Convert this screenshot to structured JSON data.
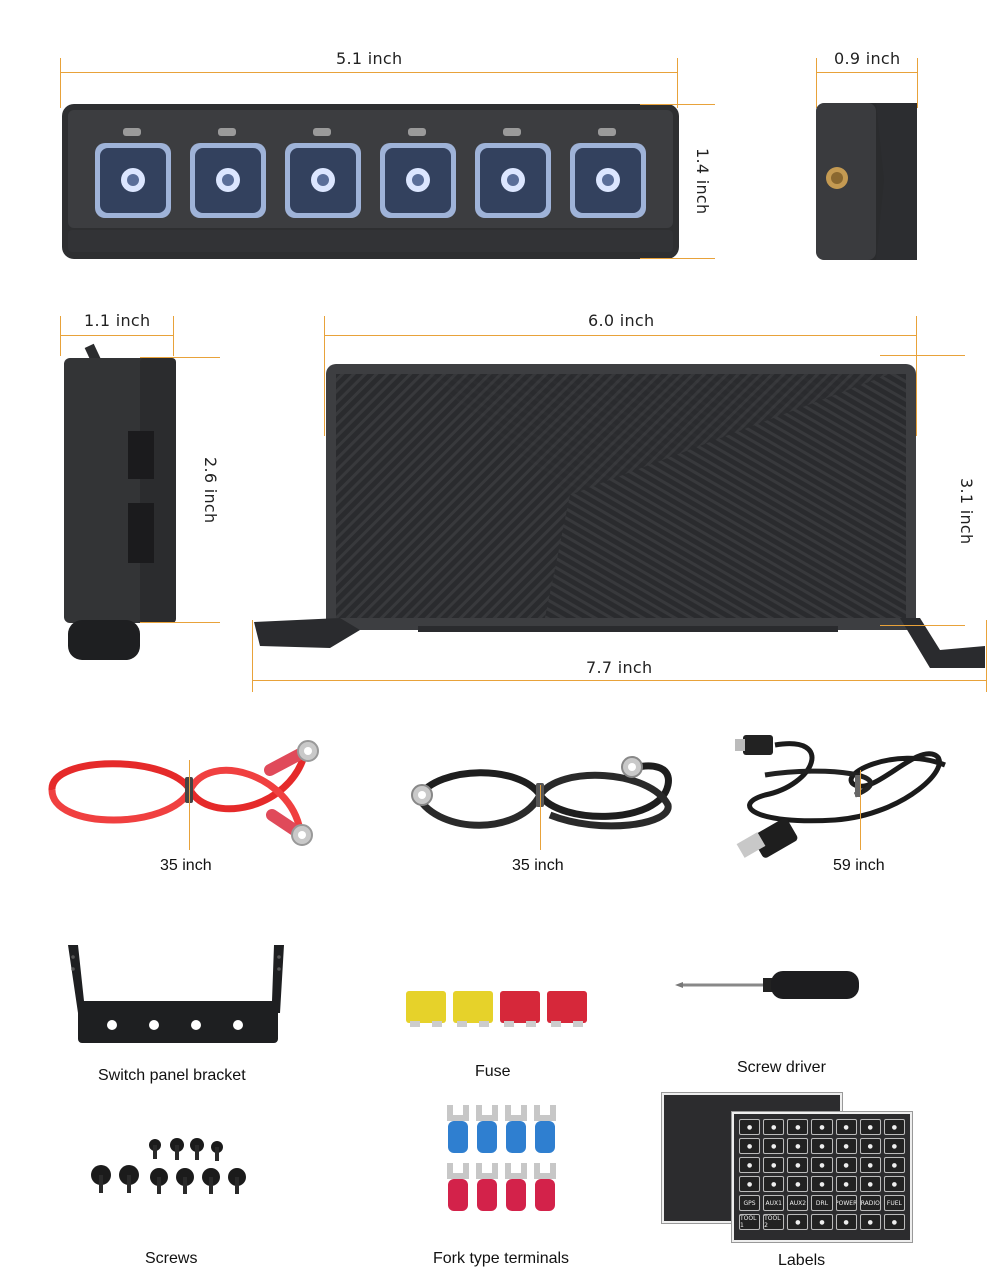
{
  "dimensions": {
    "panel_width": "5.1 inch",
    "panel_height": "1.4 inch",
    "panel_depth": "0.9 inch",
    "relay_depth": "1.1 inch",
    "relay_height": "2.6 inch",
    "relay_width": "6.0 inch",
    "relay_total_width": "7.7 inch",
    "relay_box_height": "3.1 inch"
  },
  "cables": [
    {
      "length": "35 inch",
      "icon": "red-power-cable"
    },
    {
      "length": "35 inch",
      "icon": "black-ground-cable"
    },
    {
      "length": "59 inch",
      "icon": "usb-cable"
    }
  ],
  "accessories": {
    "bracket": "Switch panel bracket",
    "fuse": "Fuse",
    "screwdriver": "Screw driver",
    "screws": "Screws",
    "terminals": "Fork type terminals",
    "labels": "Labels"
  },
  "label_sheet_texts": [
    "GPS",
    "AUX1",
    "AUX2",
    "DRL",
    "POWER",
    "RADIO",
    "FUEL",
    "TOOL 1",
    "TOOL 2"
  ],
  "colors": {
    "dimension_line": "#e8a23a",
    "device": "#3a3b3e",
    "fuse_yellow": "#e6d22a",
    "fuse_red": "#d6283a",
    "terminal_blue": "#2f7fd0",
    "terminal_red": "#d3224a"
  }
}
